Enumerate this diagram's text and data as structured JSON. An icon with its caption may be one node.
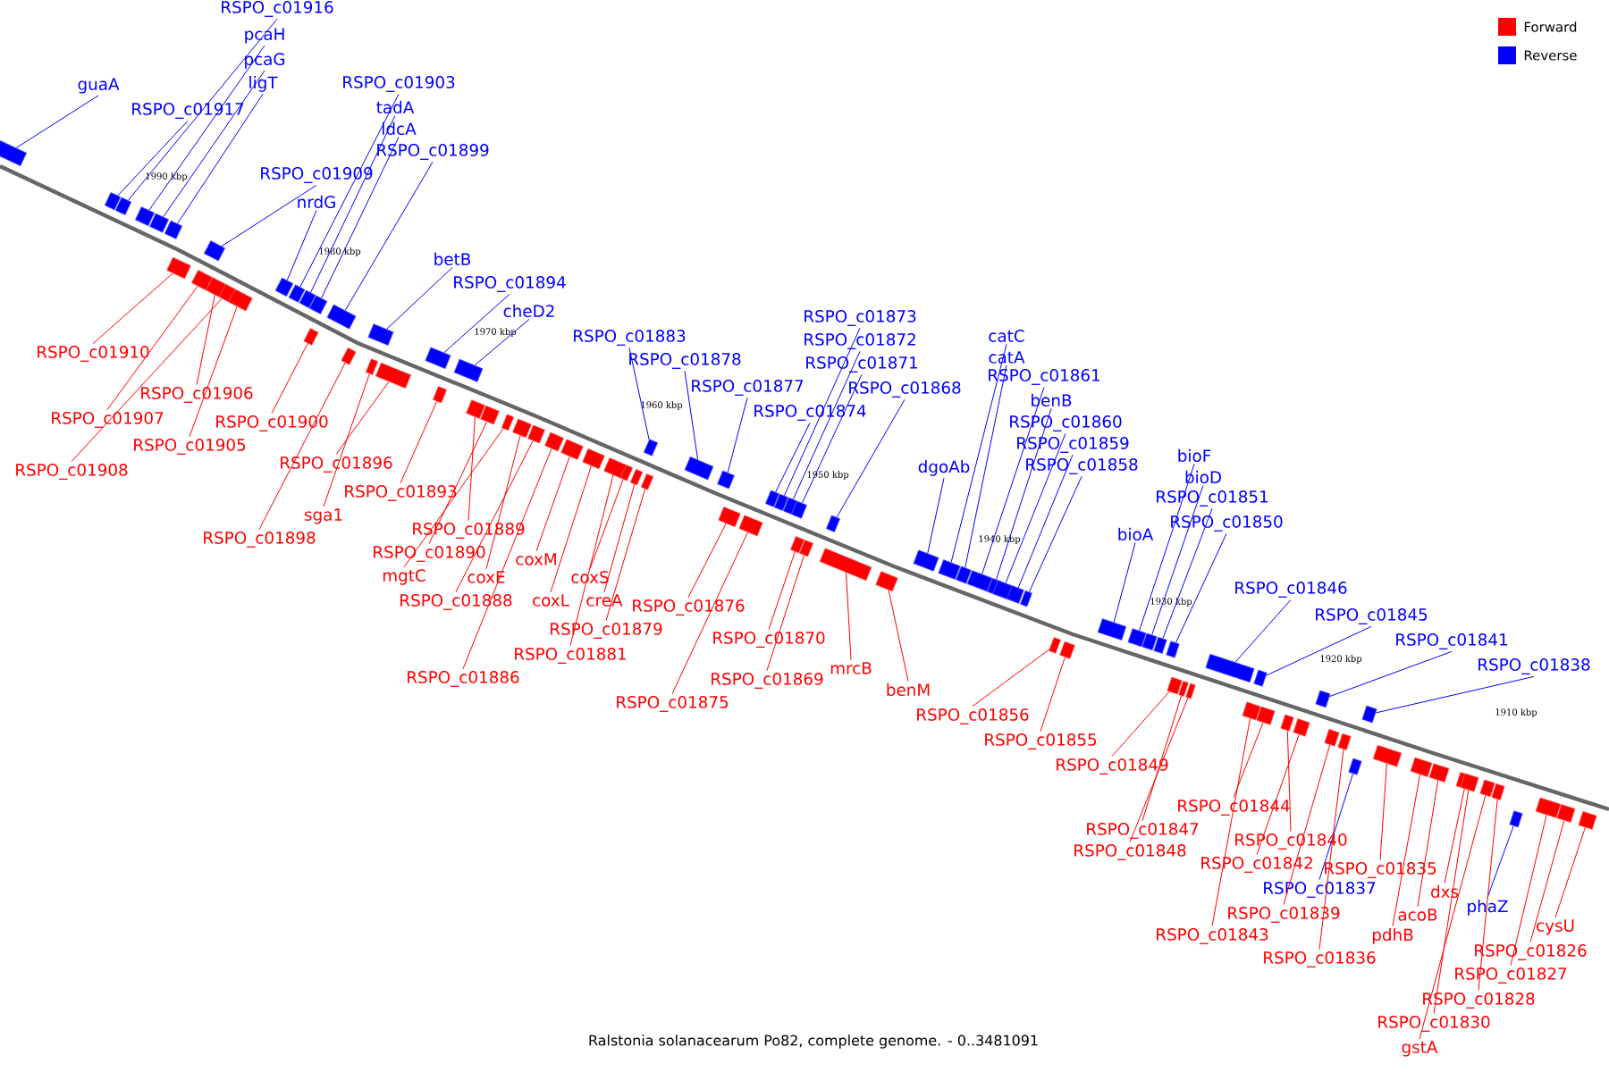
{
  "diagram": {
    "caption": "Ralstonia solanacearum Po82, complete genome. - 0..3481091",
    "nodes": [
      {
        "text": [
          "guaA"
        ]
      },
      {
        "text": [
          "RSPO_c01916"
        ]
      },
      {
        "text": [
          "RSPO_c01917"
        ]
      },
      {
        "text": [
          "pcaH"
        ]
      },
      {
        "text": [
          "pcaG"
        ]
      },
      {
        "text": [
          "ligT"
        ]
      },
      {
        "text": [
          "RSPO_c01909"
        ]
      },
      {
        "text": [
          "RSPO_c01903"
        ]
      },
      {
        "text": [
          "tadA"
        ]
      },
      {
        "text": [
          "ldcA"
        ]
      },
      {
        "text": [
          "RSPO_c01899"
        ]
      },
      {
        "text": [
          "nrdG"
        ]
      },
      {
        "text": [
          "betB"
        ]
      },
      {
        "text": [
          "RSPO_c01894"
        ]
      },
      {
        "text": [
          "cheD2"
        ]
      },
      {
        "text": [
          "RSPO_c01883"
        ]
      },
      {
        "text": [
          "RSPO_c01878"
        ]
      },
      {
        "text": [
          "RSPO_c01877"
        ]
      },
      {
        "text": [
          "RSPO_c01873"
        ]
      },
      {
        "text": [
          "RSPO_c01872"
        ]
      },
      {
        "text": [
          "RSPO_c01871"
        ]
      },
      {
        "text": [
          "RSPO_c01868"
        ]
      },
      {
        "text": [
          "RSPO_c01874"
        ]
      },
      {
        "text": [
          "catC"
        ]
      },
      {
        "text": [
          "catA"
        ]
      },
      {
        "text": [
          "RSPO_c01861"
        ]
      },
      {
        "text": [
          "benB"
        ]
      },
      {
        "text": [
          "RSPO_c01860"
        ]
      },
      {
        "text": [
          "RSPO_c01859"
        ]
      },
      {
        "text": [
          "RSPO_c01858"
        ]
      },
      {
        "text": [
          "dgoAb"
        ]
      },
      {
        "text": [
          "bioF"
        ]
      },
      {
        "text": [
          "bioD"
        ]
      },
      {
        "text": [
          "RSPO_c01851"
        ]
      },
      {
        "text": [
          "RSPO_c01850"
        ]
      },
      {
        "text": [
          "bioA"
        ]
      },
      {
        "text": [
          "RSPO_c01846"
        ]
      },
      {
        "text": [
          "RSPO_c01845"
        ]
      },
      {
        "text": [
          "RSPO_c01841"
        ]
      },
      {
        "text": [
          "RSPO_c01838"
        ]
      },
      {
        "text": [
          "RSPO_c01910"
        ]
      },
      {
        "text": [
          "RSPO_c01906"
        ]
      },
      {
        "text": [
          "RSPO_c01907"
        ]
      },
      {
        "text": [
          "RSPO_c01905"
        ]
      },
      {
        "text": [
          "RSPO_c01908"
        ]
      },
      {
        "text": [
          "RSPO_c01900"
        ]
      },
      {
        "text": [
          "RSPO_c01896"
        ]
      },
      {
        "text": [
          "RSPO_c01893"
        ]
      },
      {
        "text": [
          "sga1"
        ]
      },
      {
        "text": [
          "RSPO_c01898"
        ]
      },
      {
        "text": [
          "RSPO_c01889"
        ]
      },
      {
        "text": [
          "RSPO_c01890"
        ]
      },
      {
        "text": [
          "mgtC"
        ]
      },
      {
        "text": [
          "coxE"
        ]
      },
      {
        "text": [
          "RSPO_c01888"
        ]
      },
      {
        "text": [
          "RSPO_c01886"
        ]
      },
      {
        "text": [
          "coxM"
        ]
      },
      {
        "text": [
          "coxL"
        ]
      },
      {
        "text": [
          "coxS"
        ]
      },
      {
        "text": [
          "RSPO_c01881"
        ]
      },
      {
        "text": [
          "creA"
        ]
      },
      {
        "text": [
          "RSPO_c01879"
        ]
      },
      {
        "text": [
          "RSPO_c01876"
        ]
      },
      {
        "text": [
          "RSPO_c01875"
        ]
      },
      {
        "text": [
          "RSPO_c01870"
        ]
      },
      {
        "text": [
          "RSPO_c01869"
        ]
      },
      {
        "text": [
          "mrcB"
        ]
      },
      {
        "text": [
          "benM"
        ]
      },
      {
        "text": [
          "RSPO_c01856"
        ]
      },
      {
        "text": [
          "RSPO_c01855"
        ]
      },
      {
        "text": [
          "RSPO_c01849"
        ]
      },
      {
        "text": [
          "RSPO_c01847"
        ]
      },
      {
        "text": [
          "RSPO_c01848"
        ]
      },
      {
        "text": [
          "RSPO_c01844"
        ]
      },
      {
        "text": [
          "RSPO_c01843"
        ]
      },
      {
        "text": [
          "RSPO_c01840"
        ]
      },
      {
        "text": [
          "RSPO_c01842"
        ]
      },
      {
        "text": [
          "RSPO_c01839"
        ]
      },
      {
        "text": [
          "RSPO_c01837"
        ]
      },
      {
        "text": [
          "RSPO_c01835"
        ]
      },
      {
        "text": [
          "RSPO_c01836"
        ]
      },
      {
        "text": [
          "dxs"
        ]
      },
      {
        "text": [
          "acoB"
        ]
      },
      {
        "text": [
          "pdhB"
        ]
      },
      {
        "text": [
          "phaZ"
        ]
      },
      {
        "text": [
          "RSPO_c01830"
        ]
      },
      {
        "text": [
          "gstA"
        ]
      },
      {
        "text": [
          "RSPO_c01828"
        ]
      },
      {
        "text": [
          "RSPO_c01827"
        ]
      },
      {
        "text": [
          "RSPO_c01826"
        ]
      },
      {
        "text": [
          "cysU"
        ]
      },
      {
        "text": [],
        "shape": "box"
      },
      {
        "text": [],
        "shape": "box"
      },
      {
        "text": [],
        "shape": "box"
      },
      {
        "text": [],
        "shape": "box"
      },
      {
        "text": [],
        "shape": "box"
      },
      {
        "text": [],
        "shape": "box"
      },
      {
        "text": [],
        "shape": "box"
      },
      {
        "text": [],
        "shape": "box"
      },
      {
        "text": [],
        "shape": "box"
      },
      {
        "text": [],
        "shape": "box"
      },
      {
        "text": [],
        "shape": "box"
      },
      {
        "text": [],
        "shape": "box"
      },
      {
        "text": [],
        "shape": "box"
      },
      {
        "text": [],
        "shape": "box"
      },
      {
        "text": [],
        "shape": "box"
      },
      {
        "text": [],
        "shape": "box"
      },
      {
        "text": [],
        "shape": "box"
      },
      {
        "text": [],
        "shape": "box"
      },
      {
        "text": [],
        "shape": "box"
      },
      {
        "text": [],
        "shape": "box"
      },
      {
        "text": [],
        "shape": "box"
      },
      {
        "text": [],
        "shape": "box"
      },
      {
        "text": [],
        "shape": "box"
      },
      {
        "text": [],
        "shape": "box"
      },
      {
        "text": [],
        "shape": "box"
      },
      {
        "text": [],
        "shape": "box"
      },
      {
        "text": [],
        "shape": "box"
      },
      {
        "text": [],
        "shape": "box"
      },
      {
        "text": [],
        "shape": "box"
      },
      {
        "text": [],
        "shape": "box"
      },
      {
        "text": [],
        "shape": "box"
      },
      {
        "text": [],
        "shape": "box"
      },
      {
        "text": [],
        "shape": "box"
      },
      {
        "text": [],
        "shape": "box"
      },
      {
        "text": [],
        "shape": "box"
      },
      {
        "text": [],
        "shape": "box"
      },
      {
        "text": [],
        "shape": "box"
      },
      {
        "text": [],
        "shape": "box"
      },
      {
        "text": [],
        "shape": "box"
      },
      {
        "text": [],
        "shape": "box"
      },
      {
        "text": [],
        "shape": "box"
      },
      {
        "text": [],
        "shape": "box"
      },
      {
        "text": [],
        "shape": "box"
      },
      {
        "text": [],
        "shape": "box"
      },
      {
        "text": [],
        "shape": "box"
      },
      {
        "text": [],
        "shape": "box"
      },
      {
        "text": [],
        "shape": "box"
      },
      {
        "text": [],
        "shape": "box"
      },
      {
        "text": [],
        "shape": "box"
      },
      {
        "text": [],
        "shape": "box"
      },
      {
        "text": [],
        "shape": "box"
      },
      {
        "text": [],
        "shape": "box"
      },
      {
        "text": [],
        "shape": "box"
      },
      {
        "text": [],
        "shape": "box"
      },
      {
        "text": [],
        "shape": "box"
      },
      {
        "text": [],
        "shape": "box"
      },
      {
        "text": [],
        "shape": "box"
      },
      {
        "text": [],
        "shape": "box"
      },
      {
        "text": [],
        "shape": "box"
      },
      {
        "text": [],
        "shape": "box"
      },
      {
        "text": [],
        "shape": "box"
      },
      {
        "text": [],
        "shape": "box"
      },
      {
        "text": [],
        "shape": "box"
      },
      {
        "text": [],
        "shape": "box"
      },
      {
        "text": [],
        "shape": "box"
      },
      {
        "text": [],
        "shape": "box"
      },
      {
        "text": [],
        "shape": "box"
      },
      {
        "text": [],
        "shape": "box"
      },
      {
        "text": [],
        "shape": "box"
      },
      {
        "text": [],
        "shape": "box"
      },
      {
        "text": [],
        "shape": "box"
      },
      {
        "text": [],
        "shape": "box"
      },
      {
        "text": [],
        "shape": "box"
      },
      {
        "text": [],
        "shape": "box"
      },
      {
        "text": [],
        "shape": "box"
      },
      {
        "text": [],
        "shape": "box"
      },
      {
        "text": [],
        "shape": "box"
      },
      {
        "text": [],
        "shape": "box"
      },
      {
        "text": [],
        "shape": "box"
      },
      {
        "text": [],
        "shape": "box"
      },
      {
        "text": [],
        "shape": "box"
      },
      {
        "text": [],
        "shape": "box"
      },
      {
        "text": [],
        "shape": "box"
      },
      {
        "text": [],
        "shape": "box"
      },
      {
        "text": [],
        "shape": "box"
      },
      {
        "text": [],
        "shape": "box"
      },
      {
        "text": [],
        "shape": "box"
      },
      {
        "text": [],
        "shape": "box"
      },
      {
        "text": [],
        "shape": "box"
      },
      {
        "text": [],
        "shape": "box"
      },
      {
        "text": [],
        "shape": "box"
      }
    ],
    "edges": [
      {
        "from": 0,
        "to": 91,
        "arrow": "none",
        "color": "#0000ff"
      },
      {
        "from": 1,
        "to": 92,
        "arrow": "none",
        "color": "#0000ff"
      },
      {
        "from": 2,
        "to": 93,
        "arrow": "none",
        "color": "#0000ff"
      },
      {
        "from": 3,
        "to": 94,
        "arrow": "none",
        "color": "#0000ff"
      },
      {
        "from": 4,
        "to": 95,
        "arrow": "none",
        "color": "#0000ff"
      },
      {
        "from": 5,
        "to": 96,
        "arrow": "none",
        "color": "#0000ff"
      },
      {
        "from": 6,
        "to": 97,
        "arrow": "none",
        "color": "#0000ff"
      },
      {
        "from": 7,
        "to": 98,
        "arrow": "none",
        "color": "#0000ff"
      },
      {
        "from": 8,
        "to": 99,
        "arrow": "none",
        "color": "#0000ff"
      },
      {
        "from": 9,
        "to": 100,
        "arrow": "none",
        "color": "#0000ff"
      },
      {
        "from": 10,
        "to": 101,
        "arrow": "none",
        "color": "#0000ff"
      },
      {
        "from": 11,
        "to": 102,
        "arrow": "none",
        "color": "#0000ff"
      },
      {
        "from": 12,
        "to": 103,
        "arrow": "none",
        "color": "#0000ff"
      },
      {
        "from": 13,
        "to": 104,
        "arrow": "none",
        "color": "#0000ff"
      },
      {
        "from": 14,
        "to": 105,
        "arrow": "none",
        "color": "#0000ff"
      },
      {
        "from": 15,
        "to": 106,
        "arrow": "none",
        "color": "#0000ff"
      },
      {
        "from": 16,
        "to": 107,
        "arrow": "none",
        "color": "#0000ff"
      },
      {
        "from": 17,
        "to": 108,
        "arrow": "none",
        "color": "#0000ff"
      },
      {
        "from": 18,
        "to": 109,
        "arrow": "none",
        "color": "#0000ff"
      },
      {
        "from": 19,
        "to": 110,
        "arrow": "none",
        "color": "#0000ff"
      },
      {
        "from": 20,
        "to": 111,
        "arrow": "none",
        "color": "#0000ff"
      },
      {
        "from": 21,
        "to": 112,
        "arrow": "none",
        "color": "#0000ff"
      },
      {
        "from": 22,
        "to": 113,
        "arrow": "none",
        "color": "#0000ff"
      },
      {
        "from": 23,
        "to": 114,
        "arrow": "none",
        "color": "#0000ff"
      },
      {
        "from": 24,
        "to": 115,
        "arrow": "none",
        "color": "#0000ff"
      },
      {
        "from": 25,
        "to": 116,
        "arrow": "none",
        "color": "#0000ff"
      },
      {
        "from": 26,
        "to": 117,
        "arrow": "none",
        "color": "#0000ff"
      },
      {
        "from": 27,
        "to": 118,
        "arrow": "none",
        "color": "#0000ff"
      },
      {
        "from": 28,
        "to": 119,
        "arrow": "none",
        "color": "#0000ff"
      },
      {
        "from": 29,
        "to": 120,
        "arrow": "none",
        "color": "#0000ff"
      },
      {
        "from": 30,
        "to": 121,
        "arrow": "none",
        "color": "#0000ff"
      },
      {
        "from": 31,
        "to": 122,
        "arrow": "none",
        "color": "#0000ff"
      },
      {
        "from": 32,
        "to": 123,
        "arrow": "none",
        "color": "#0000ff"
      },
      {
        "from": 33,
        "to": 124,
        "arrow": "none",
        "color": "#0000ff"
      },
      {
        "from": 34,
        "to": 125,
        "arrow": "none",
        "color": "#0000ff"
      },
      {
        "from": 35,
        "to": 126,
        "arrow": "none",
        "color": "#0000ff"
      },
      {
        "from": 36,
        "to": 127,
        "arrow": "none",
        "color": "#0000ff"
      },
      {
        "from": 37,
        "to": 128,
        "arrow": "none",
        "color": "#0000ff"
      },
      {
        "from": 38,
        "to": 129,
        "arrow": "none",
        "color": "#0000ff"
      },
      {
        "from": 39,
        "to": 130,
        "arrow": "none",
        "color": "#0000ff"
      },
      {
        "from": 40,
        "to": 131,
        "arrow": "none"
      },
      {
        "from": 41,
        "to": 132,
        "arrow": "none"
      },
      {
        "from": 42,
        "to": 133,
        "arrow": "none"
      },
      {
        "from": 43,
        "to": 134,
        "arrow": "none"
      },
      {
        "from": 44,
        "to": 135,
        "arrow": "none"
      },
      {
        "from": 45,
        "to": 136,
        "arrow": "none"
      },
      {
        "from": 46,
        "to": 137,
        "arrow": "none"
      },
      {
        "from": 47,
        "to": 138,
        "arrow": "none"
      },
      {
        "from": 48,
        "to": 139,
        "arrow": "none"
      },
      {
        "from": 49,
        "to": 140,
        "arrow": "none"
      },
      {
        "from": 50,
        "to": 141,
        "arrow": "none"
      },
      {
        "from": 51,
        "to": 142,
        "arrow": "none"
      },
      {
        "from": 52,
        "to": 143,
        "arrow": "none"
      },
      {
        "from": 53,
        "to": 144,
        "arrow": "none"
      },
      {
        "from": 54,
        "to": 145,
        "arrow": "none"
      },
      {
        "from": 55,
        "to": 146,
        "arrow": "none"
      },
      {
        "from": 56,
        "to": 147,
        "arrow": "none"
      },
      {
        "from": 57,
        "to": 148,
        "arrow": "none"
      },
      {
        "from": 58,
        "to": 149,
        "arrow": "none"
      },
      {
        "from": 59,
        "to": 150,
        "arrow": "none"
      },
      {
        "from": 60,
        "to": 151,
        "arrow": "none"
      },
      {
        "from": 61,
        "to": 152,
        "arrow": "none"
      },
      {
        "from": 62,
        "to": 153,
        "arrow": "none"
      },
      {
        "from": 63,
        "to": 154,
        "arrow": "none"
      },
      {
        "from": 64,
        "to": 155,
        "arrow": "none"
      },
      {
        "from": 65,
        "to": 156,
        "arrow": "none"
      },
      {
        "from": 66,
        "to": 157,
        "arrow": "none"
      },
      {
        "from": 67,
        "to": 158,
        "arrow": "none"
      },
      {
        "from": 68,
        "to": 159,
        "arrow": "none"
      },
      {
        "from": 69,
        "to": 160,
        "arrow": "none"
      },
      {
        "from": 70,
        "to": 161,
        "arrow": "none"
      },
      {
        "from": 71,
        "to": 162,
        "arrow": "none"
      },
      {
        "from": 72,
        "to": 163,
        "arrow": "none"
      },
      {
        "from": 73,
        "to": 164,
        "arrow": "none"
      },
      {
        "from": 74,
        "to": 165,
        "arrow": "none"
      },
      {
        "from": 75,
        "to": 166,
        "arrow": "none"
      },
      {
        "from": 76,
        "to": 167,
        "arrow": "none"
      },
      {
        "from": 77,
        "to": 168,
        "arrow": "none"
      },
      {
        "from": 78,
        "to": 169,
        "arrow": "none",
        "color": "#0000ff"
      },
      {
        "from": 79,
        "to": 170,
        "arrow": "none"
      },
      {
        "from": 80,
        "to": 171,
        "arrow": "none"
      },
      {
        "from": 81,
        "to": 172,
        "arrow": "none"
      },
      {
        "from": 82,
        "to": 173,
        "arrow": "none"
      },
      {
        "from": 83,
        "to": 174,
        "arrow": "none"
      },
      {
        "from": 84,
        "to": 175,
        "arrow": "none",
        "color": "#0000ff"
      },
      {
        "from": 85,
        "to": 176,
        "arrow": "none"
      },
      {
        "from": 86,
        "to": 177,
        "arrow": "none"
      },
      {
        "from": 87,
        "to": 178,
        "arrow": "none"
      },
      {
        "from": 88,
        "to": 179,
        "arrow": "none"
      },
      {
        "from": 89,
        "to": 180,
        "arrow": "none"
      },
      {
        "from": 90,
        "to": 181,
        "arrow": "none"
      }
    ],
    "labels": [
      "1990 kbp",
      "1980 kbp",
      "1970 kbp",
      "1960 kbp",
      "1950 kbp",
      "1940 kbp",
      "1930 kbp",
      "1920 kbp",
      "1910 kbp"
    ],
    "legend": [
      {
        "text": "Forward",
        "color": "#ff0000"
      },
      {
        "text": "Reverse",
        "color": "#0000ff"
      }
    ]
  }
}
